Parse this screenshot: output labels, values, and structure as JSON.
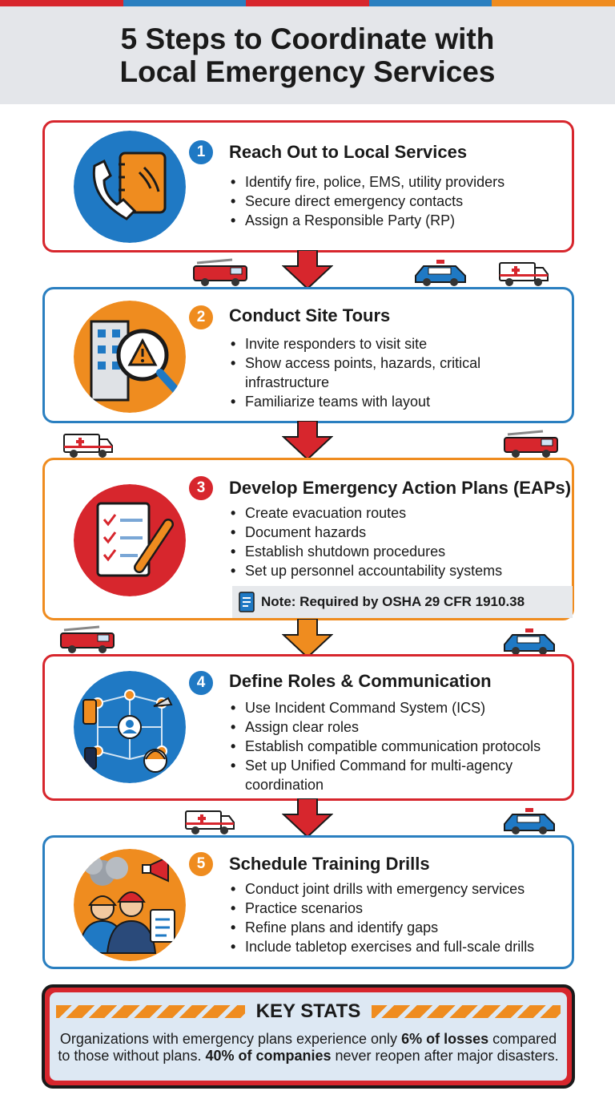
{
  "header": {
    "title_line1": "5 Steps to Coordinate with",
    "title_line2": "Local Emergency Services"
  },
  "colors": {
    "red": "#d7262d",
    "blue": "#2a7fc0",
    "orange": "#ef8c1f",
    "title_bg": "#e4e6ea"
  },
  "steps": [
    {
      "number": "1",
      "title": "Reach Out to Local Services",
      "icon": "phone-contact-book-icon",
      "bullets": [
        "Identify fire, police, EMS, utility providers",
        "Secure direct emergency contacts",
        "Assign a Responsible Party (RP)"
      ]
    },
    {
      "number": "2",
      "title": "Conduct Site Tours",
      "icon": "building-magnifier-hazard-icon",
      "bullets": [
        "Invite responders to visit site",
        "Show access points, hazards, critical",
        "infrastructure",
        "Familiarize teams with layout"
      ]
    },
    {
      "number": "3",
      "title": "Develop Emergency Action Plans (EAPs)",
      "icon": "checklist-pencil-icon",
      "bullets": [
        "Create evacuation routes",
        "Document hazards",
        "Establish shutdown procedures",
        "Set up personnel accountability systems"
      ],
      "note": "Note: Required by OSHA 29 CFR 1910.38"
    },
    {
      "number": "4",
      "title": "Define Roles & Communication",
      "icon": "communication-network-icon",
      "bullets": [
        "Use Incident Command System (ICS)",
        "Assign clear roles",
        "Establish compatible communication protocols",
        "Set up Unified Command for multi-agency",
        "coordination"
      ]
    },
    {
      "number": "5",
      "title": "Schedule Training Drills",
      "icon": "responders-drill-icon",
      "bullets": [
        "Conduct joint drills with emergency services",
        "Practice scenarios",
        "Refine plans and identify gaps",
        "Include tabletop exercises and full-scale drills"
      ]
    }
  ],
  "key_stats": {
    "title": "KEY STATS",
    "text_1": "Organizations with emergency plans experience only ",
    "bold_1": "6% of losses",
    "text_2": " compared to those without plans. ",
    "bold_2": "40% of companies",
    "text_3": " never reopen after major disasters."
  }
}
